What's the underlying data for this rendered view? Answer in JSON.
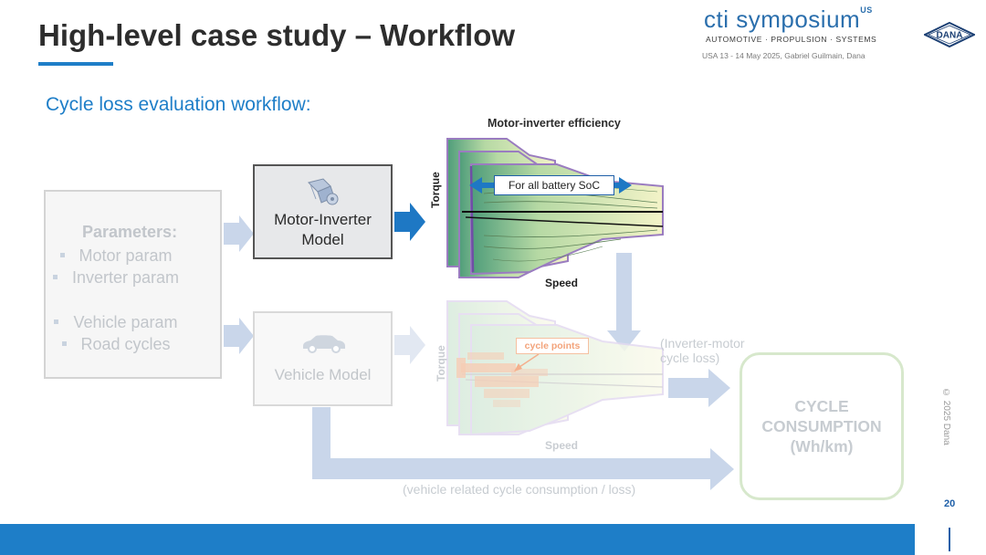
{
  "slide": {
    "title": "High-level case study – Workflow",
    "subtitle": "Cycle loss evaluation workflow:",
    "page_number": "20",
    "copyright": "© 2025 Dana"
  },
  "branding": {
    "cti_brand": "cti symposium",
    "cti_suffix": "US",
    "cti_tagline": "AUTOMOTIVE · PROPULSION · SYSTEMS",
    "event_line": "USA 13 - 14 May 2025, Gabriel Guilmain, Dana",
    "dana_logo_text": "DANA"
  },
  "workflow": {
    "parameters": {
      "title": "Parameters:",
      "items": [
        "Motor param",
        "Inverter param",
        "Vehicle param",
        "Road cycles"
      ]
    },
    "motor_inverter_model": {
      "line1": "Motor-Inverter",
      "line2": "Model",
      "icon": "motor-icon"
    },
    "vehicle_model": {
      "label": "Vehicle Model",
      "icon": "car-icon"
    },
    "efficiency_map": {
      "title": "Motor-inverter efficiency",
      "y_axis": "Torque",
      "x_axis": "Speed",
      "callout": "For all battery SoC"
    },
    "cycle_map": {
      "y_axis": "Torque",
      "x_axis": "Speed",
      "callout": "cycle points"
    },
    "inverter_motor_loss_note": [
      "(Inverter-motor",
      "cycle loss)"
    ],
    "vehicle_loss_note": "(vehicle related cycle consumption / loss)",
    "cycle_consumption": {
      "line1": "CYCLE",
      "line2": "CONSUMPTION",
      "line3": "(Wh/km)"
    }
  },
  "colors": {
    "accent_blue": "#1e7ec8",
    "dark_blue": "#1e5fa8",
    "faded_arrow": "#c9d6ea",
    "cycle_box_border": "#d7e8cc",
    "cycle_points": "#f3a37a"
  }
}
